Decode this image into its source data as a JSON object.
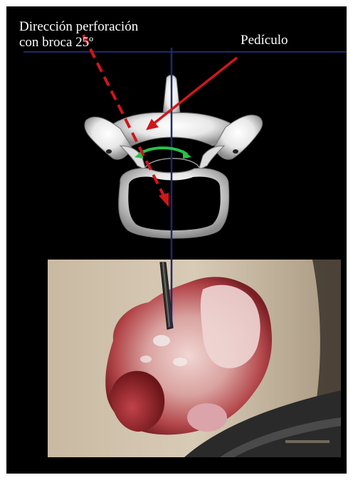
{
  "figure": {
    "labels": {
      "drill_line1": "Dirección perforación",
      "drill_line2": "con broca 25º",
      "pedicle": "Pedículo"
    },
    "colors": {
      "background": "#000000",
      "frame": "#ffffff",
      "guide_line": "#1f2a66",
      "drill_arrow": "#d0161b",
      "pedicle_arrow": "#d0161b",
      "angle_arc": "#27c24a"
    },
    "icons": {
      "vertebra": "vertebra-axial-illustration",
      "photo": "specimen-photo-with-drill"
    }
  }
}
